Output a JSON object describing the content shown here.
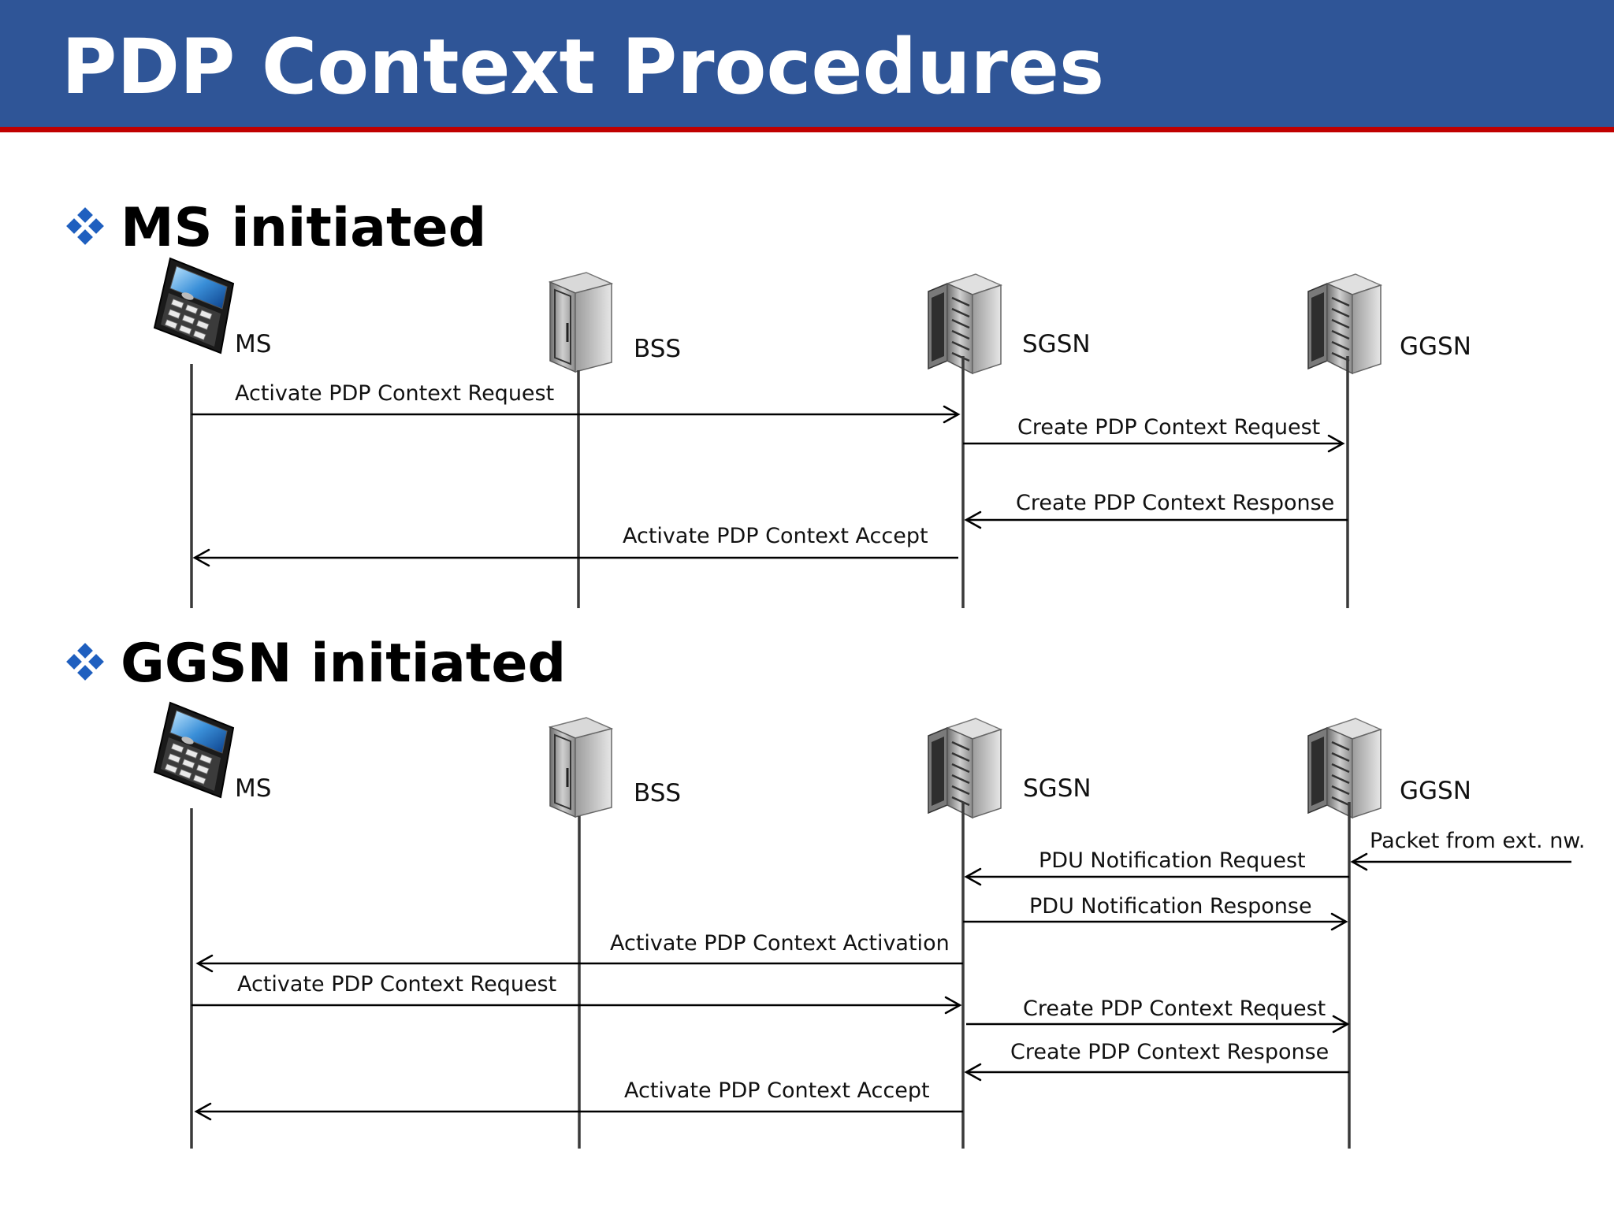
{
  "title": "PDP Context Procedures",
  "colors": {
    "title_bar": "#2f5597",
    "title_underline": "#c00000",
    "bullet": "#1f5fbf"
  },
  "sections": [
    {
      "id": "ms",
      "heading": "MS initiated",
      "bullet_icon": "diamond-cluster-icon",
      "nodes": [
        {
          "id": "ms",
          "label": "MS",
          "icon": "mobile-phone-icon"
        },
        {
          "id": "bss",
          "label": "BSS",
          "icon": "cabinet-icon"
        },
        {
          "id": "sgsn",
          "label": "SGSN",
          "icon": "server-rack-icon"
        },
        {
          "id": "ggsn",
          "label": "GGSN",
          "icon": "server-rack-icon"
        }
      ],
      "messages": [
        {
          "from": "ms",
          "to": "sgsn",
          "label": "Activate PDP Context Request"
        },
        {
          "from": "sgsn",
          "to": "ggsn",
          "label": "Create PDP Context Request"
        },
        {
          "from": "ggsn",
          "to": "sgsn",
          "label": "Create PDP Context Response"
        },
        {
          "from": "sgsn",
          "to": "ms",
          "label": "Activate PDP Context Accept"
        }
      ]
    },
    {
      "id": "ggsn",
      "heading": "GGSN initiated",
      "bullet_icon": "diamond-cluster-icon",
      "nodes": [
        {
          "id": "ms",
          "label": "MS",
          "icon": "mobile-phone-icon"
        },
        {
          "id": "bss",
          "label": "BSS",
          "icon": "cabinet-icon"
        },
        {
          "id": "sgsn",
          "label": "SGSN",
          "icon": "server-rack-icon"
        },
        {
          "id": "ggsn",
          "label": "GGSN",
          "icon": "server-rack-icon"
        }
      ],
      "external": {
        "label": "Packet from ext. nw."
      },
      "messages": [
        {
          "from": "ext",
          "to": "ggsn",
          "label": "Packet from ext. nw."
        },
        {
          "from": "ggsn",
          "to": "sgsn",
          "label": "PDU Notification Request"
        },
        {
          "from": "sgsn",
          "to": "ggsn",
          "label": "PDU Notification Response"
        },
        {
          "from": "sgsn",
          "to": "ms",
          "label": "Activate PDP Context Activation"
        },
        {
          "from": "ms",
          "to": "sgsn",
          "label": "Activate PDP Context Request"
        },
        {
          "from": "sgsn",
          "to": "ggsn",
          "label": "Create PDP Context Request"
        },
        {
          "from": "ggsn",
          "to": "sgsn",
          "label": "Create PDP Context Response"
        },
        {
          "from": "sgsn",
          "to": "ms",
          "label": "Activate PDP Context Accept"
        }
      ]
    }
  ]
}
